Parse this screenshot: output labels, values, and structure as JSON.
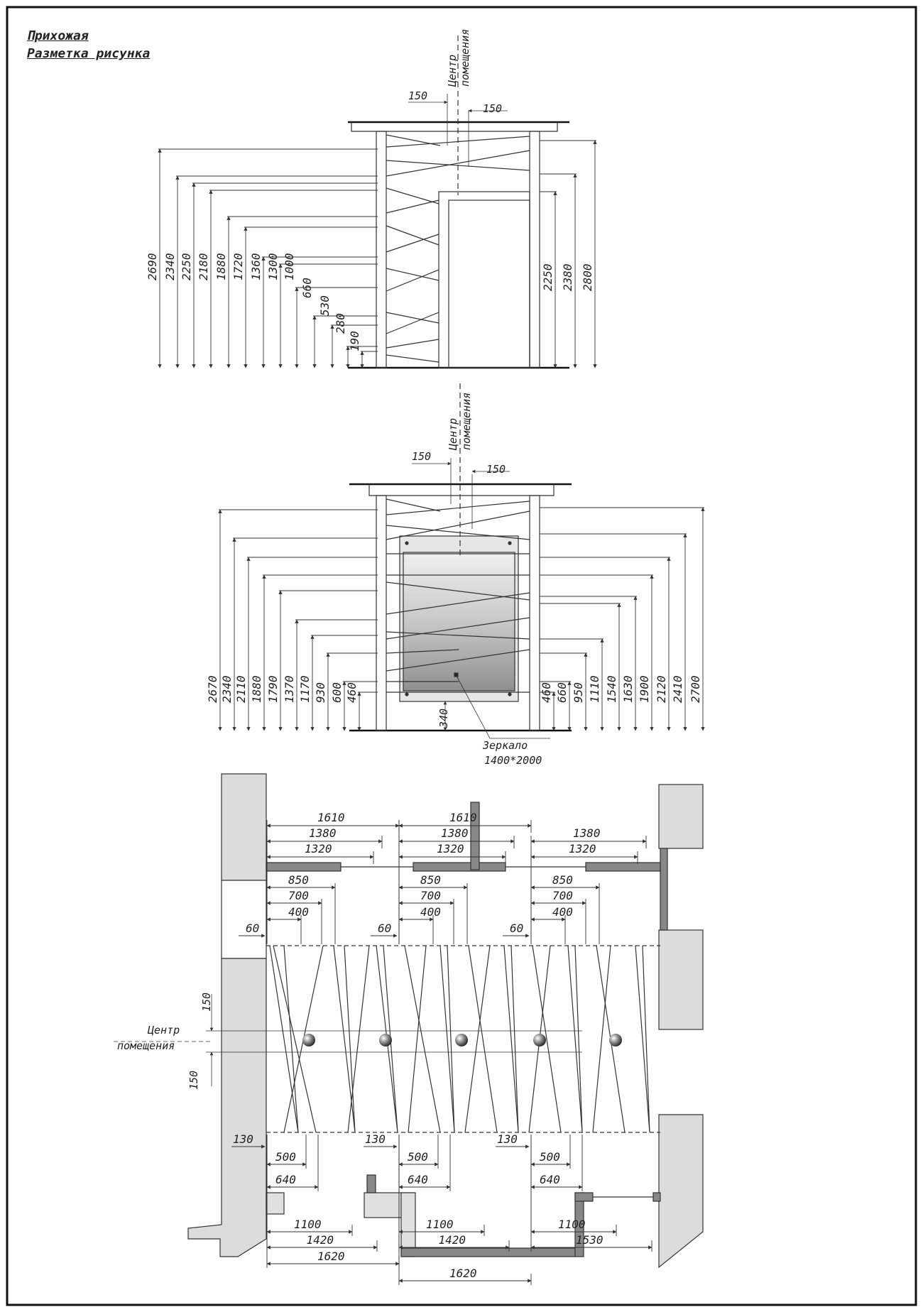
{
  "title": "Прихожая",
  "subtitle": "Разметка рисунка",
  "center_label": [
    "Центр",
    "помещения"
  ],
  "offset_label": "150",
  "elevation1": {
    "left_dims": [
      "2690",
      "2340",
      "2250",
      "2180",
      "1880",
      "1720",
      "1360",
      "1300",
      "1000",
      "660",
      "530",
      "280",
      "190"
    ],
    "right_dims": [
      "2250",
      "2380",
      "2800"
    ]
  },
  "elevation2": {
    "left_dims": [
      "2670",
      "2340",
      "2110",
      "1880",
      "1790",
      "1370",
      "1170",
      "930",
      "600",
      "460"
    ],
    "right_dims": [
      "460",
      "660",
      "950",
      "1110",
      "1540",
      "1630",
      "1900",
      "2120",
      "2410",
      "2700"
    ],
    "mirror_offset": "340",
    "mirror_label": [
      "Зеркало",
      "1400*2000"
    ]
  },
  "plan": {
    "top_rows": [
      [
        "1610",
        "1610"
      ],
      [
        "1380",
        "1380",
        "1380"
      ],
      [
        "1320",
        "1320",
        "1320"
      ]
    ],
    "mid_rows": [
      "850",
      "700",
      "400",
      "60"
    ],
    "side_offset": "150",
    "bottom_dims": [
      "130",
      "500",
      "640"
    ],
    "bottom_rows": [
      [
        "1100",
        "1100",
        "1100"
      ],
      [
        "1420",
        "1420",
        "1530"
      ],
      [
        "1620",
        "1620"
      ]
    ]
  }
}
